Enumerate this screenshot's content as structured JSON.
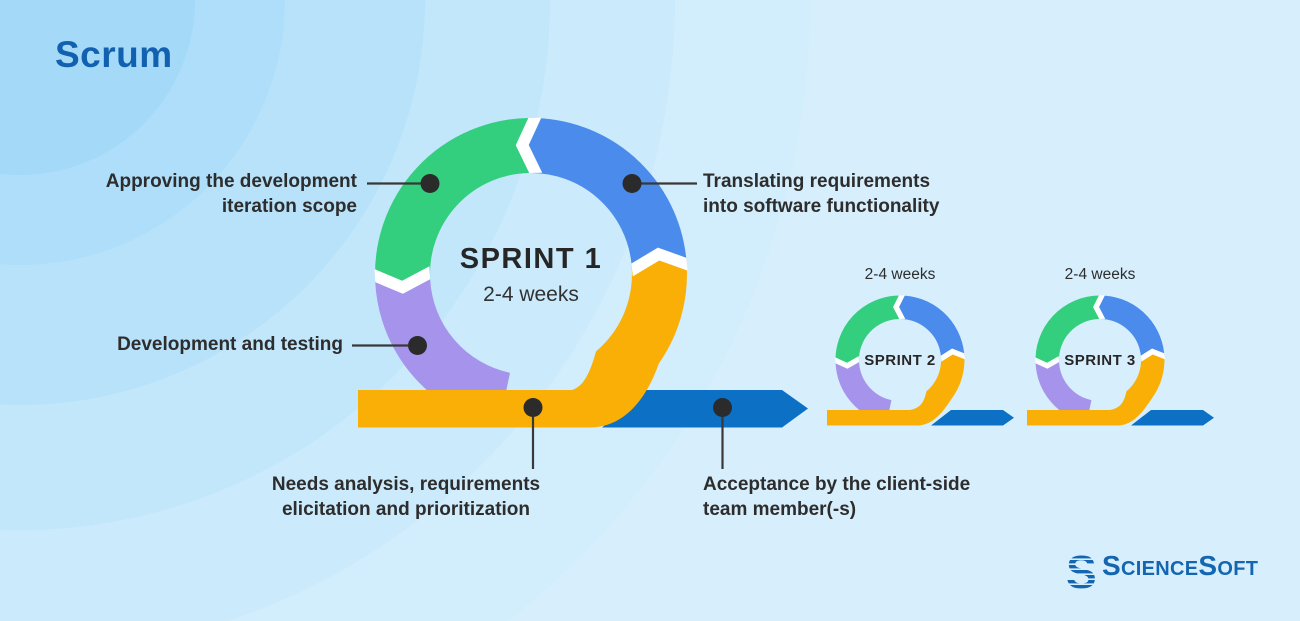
{
  "title": "Scrum",
  "main_sprint": {
    "name": "SPRINT 1",
    "duration": "2-4 weeks"
  },
  "callouts": {
    "approving_line1": "Approving the development",
    "approving_line2": "iteration scope",
    "translating_line1": "Translating requirements",
    "translating_line2": "into software functionality",
    "development": "Development and testing",
    "needs_line1": "Needs analysis, requirements",
    "needs_line2": "elicitation and prioritization",
    "acceptance_line1": "Acceptance by the client-side",
    "acceptance_line2": "team member(-s)"
  },
  "mini_sprints": [
    {
      "name": "SPRINT 2",
      "duration": "2-4 weeks"
    },
    {
      "name": "SPRINT 3",
      "duration": "2-4 weeks"
    }
  ],
  "logo": {
    "part1": "S",
    "part2": "CIENCE",
    "part3": "S",
    "part4": "OFT"
  },
  "colors": {
    "segment_green": "#33CF7E",
    "segment_blue": "#4A8BEC",
    "segment_purple": "#A694EC",
    "segment_yellow": "#F9AF05",
    "acceptance_arrow_blue": "#0C70C4",
    "title_blue": "#1261B1",
    "label_text": "#2D2D2D",
    "logo_blue": "#1566B1",
    "connector_dark": "#2B2B2B",
    "background_light_blue": "#D7EFFD"
  }
}
